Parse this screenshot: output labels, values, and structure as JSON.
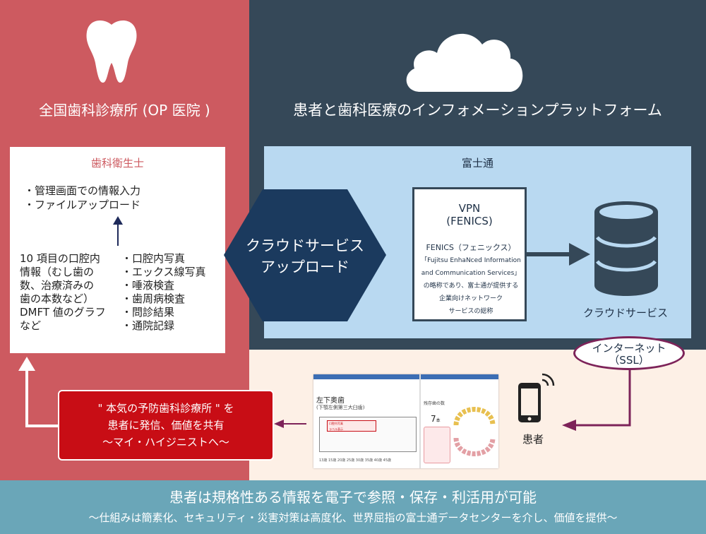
{
  "left": {
    "title": "全国歯科診療所 (OP 医院 )",
    "box": {
      "heading": "歯科衛生士",
      "top_items": [
        "・管理画面での情報入力",
        "・ファイルアップロード"
      ],
      "col1_lines": [
        "10 項目の口腔内",
        "情報（むし歯の",
        "数、治療済みの",
        "歯の本数など）",
        "DMFT 値のグラフ",
        "など"
      ],
      "col2_items": [
        "・口腔内写真",
        "・エックス線写真",
        "・唾液検査",
        "・歯周病検査",
        "・問診結果",
        "・通院記録"
      ]
    },
    "value_box": {
      "lines": [
        "\" 本気の予防歯科診療所 \" を",
        "患者に発信、価値を共有",
        "〜マイ・ハイジニストへ〜"
      ]
    }
  },
  "right": {
    "title": "患者と歯科医療のインフォメーションプラットフォーム",
    "fujitsu_label": "富士通",
    "upload_lines": [
      "クラウドサービス",
      "アップロード"
    ],
    "vpn": {
      "title_lines": [
        "VPN",
        "(FENICS)"
      ],
      "desc_lines": [
        "FENICS（フェニックス）",
        "「Fujitsu EnhaNced Information",
        "and Communication Services」",
        "の略称であり、富士通が提供する",
        "企業向けネットワーク",
        "サービスの総称"
      ]
    },
    "db_label": "クラウドサービス",
    "internet_lines": [
      "インターネット",
      "（SSL）"
    ],
    "patient_label": "患者",
    "screenshot": {
      "title": "左下奥歯",
      "subtitle": "(下顎左側第三大臼歯)",
      "card_lines": [
        "口腔内写真",
        "ラベル表示"
      ],
      "timeline": "13歳 15歳 20歳 25歳 30歳 35歳 40歳 45歳",
      "stat_label": "残存歯の数",
      "stat_value": "7",
      "stat_unit": "本"
    }
  },
  "bottom": {
    "main": "患者は規格性ある情報を電子で参照・保存・利活用が可能",
    "sub": "〜仕組みは簡素化、セキュリティ・災害対策は高度化、世界屈指の富士通データセンターを介し、価値を提供〜"
  },
  "colors": {
    "left_panel": "#cd5a60",
    "right_panel": "#354858",
    "cloud_panel": "#b9d9f1",
    "patient_panel": "#fdf0e6",
    "bottom_bar": "#6aa6b8",
    "accent_red": "#c80d15",
    "arrow_purple": "#7d2359"
  },
  "icons": [
    "tooth-icon",
    "cloud-icon",
    "database-icon",
    "smartphone-icon",
    "arrow-up-icon",
    "arrow-right-icon"
  ]
}
